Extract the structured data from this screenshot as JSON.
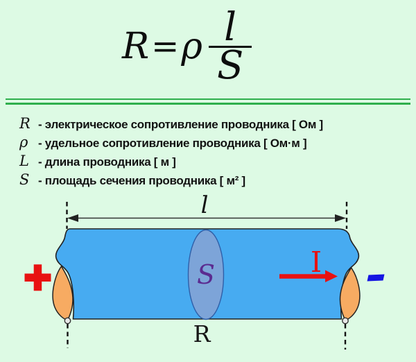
{
  "formula": {
    "lhs": "R",
    "equals": "=",
    "coefficient": "ρ",
    "numerator": "l",
    "denominator": "S"
  },
  "definitions": [
    {
      "symbol": "R",
      "text": "- электрическое сопротивление проводника [ Ом ]"
    },
    {
      "symbol": "ρ",
      "text": "- удельное сопротивление проводника [ Ом·м ]"
    },
    {
      "symbol": "L",
      "text": "- длина проводника [ м ]"
    },
    {
      "symbol": "S",
      "text": "- площадь сечения проводника [ м² ]"
    }
  ],
  "diagram": {
    "length_label": "l",
    "cross_section_label": "S",
    "current_label": "I",
    "resistance_label": "R",
    "plus_terminal": "+",
    "minus_terminal": "−",
    "colors": {
      "background": "#DDFAE4",
      "separator_green": "#2FAF4D",
      "conductor_blue": "#47ABF1",
      "cross_section_fill": "#7FA3D6",
      "terminal_drop_orange": "#F7AB62",
      "current_red": "#E81212",
      "minus_blue": "#1515E2",
      "cross_section_label_purple": "#5B2B90"
    }
  }
}
